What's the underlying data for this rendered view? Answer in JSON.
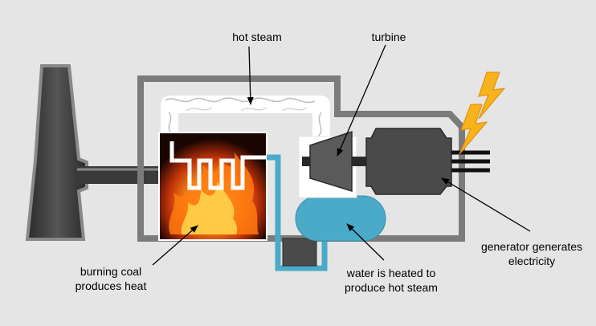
{
  "labels": {
    "hot_steam": "hot steam",
    "turbine": "turbine",
    "burning_coal_line1": "burning coal",
    "burning_coal_line2": "produces heat",
    "water_line1": "water is heated to",
    "water_line2": "produce hot steam",
    "generator_line1": "generator generates",
    "generator_line2": "electricity"
  },
  "colors": {
    "background": "#e5e5e5",
    "frame": "#7b7b7b",
    "chimney": "#3a3a3a",
    "water": "#4aaac8",
    "steam_pipe": "#ffffff",
    "generator": "#4a4a4a",
    "lightning": "#f7b21c"
  },
  "icons": [
    "chimney-icon",
    "fire-icon",
    "lightning-icon",
    "turbine-icon",
    "generator-icon"
  ]
}
